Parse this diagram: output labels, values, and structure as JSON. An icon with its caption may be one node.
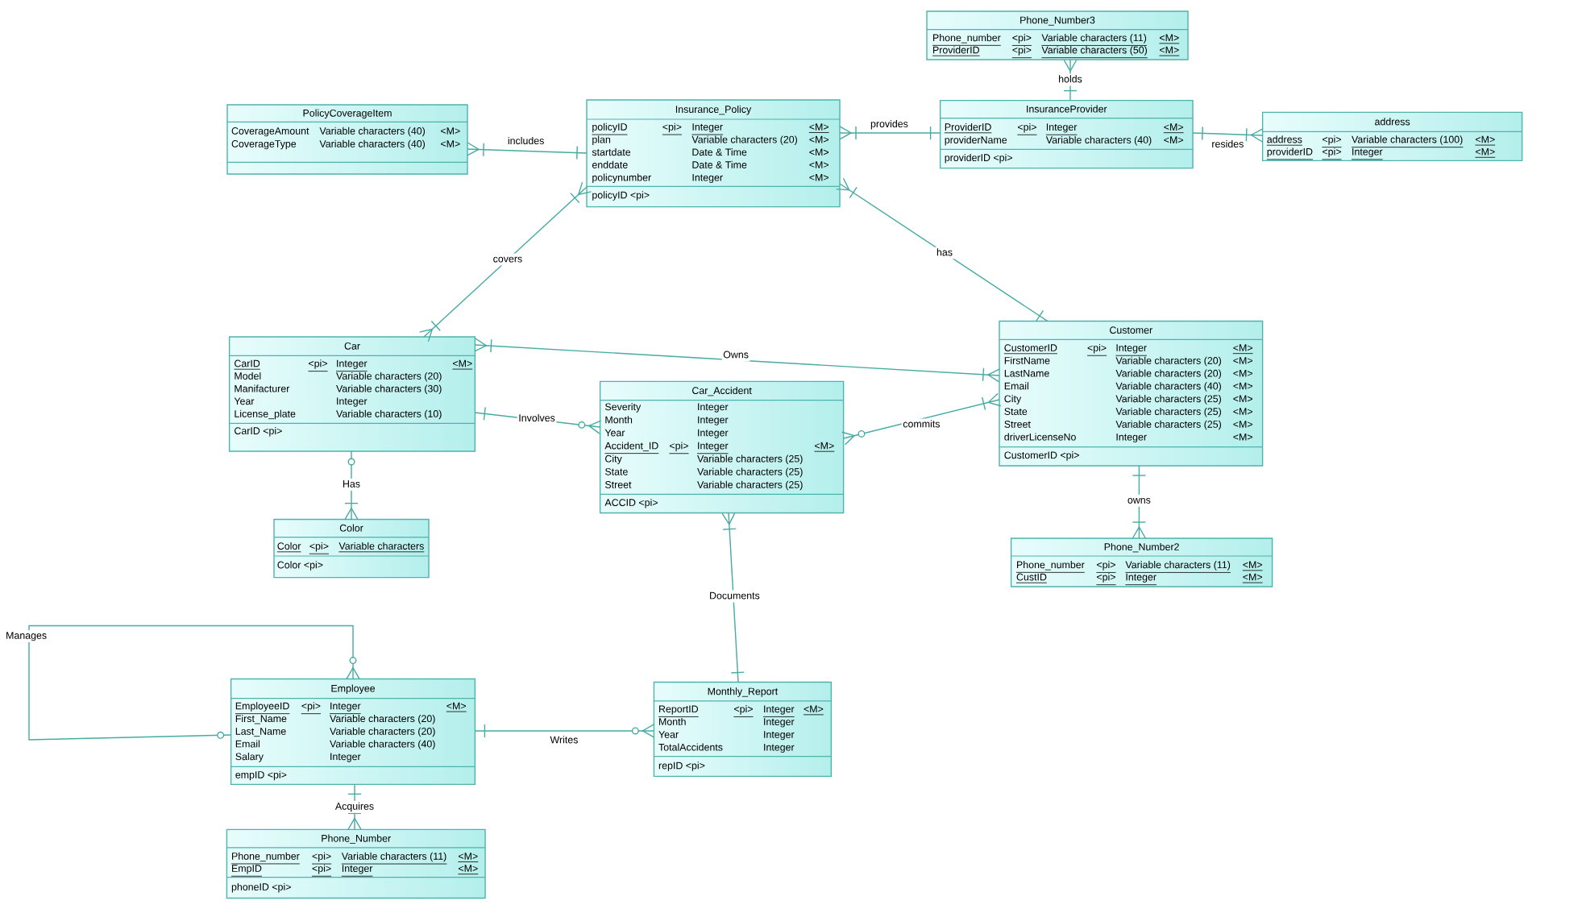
{
  "diagram": {
    "nodes": [
      {
        "text": [
          "PolicyCoverageItem",
          "CoverageAmount",
          "Variable characters (40)",
          "<M>",
          "CoverageType",
          "Variable characters (40)",
          "<M>"
        ]
      },
      {
        "text": [
          "Insurance_Policy",
          "policyID",
          "<pi>",
          "Integer",
          "<M>",
          "plan",
          "Variable characters (20)",
          "<M>",
          "startdate",
          "Date & Time",
          "<M>",
          "enddate",
          "Date & Time",
          "<M>",
          "policynumber",
          "Integer",
          "<M>",
          "policyID <pi>"
        ]
      },
      {
        "text": [
          "Phone_Number3",
          "Phone_number",
          "<pi>",
          "Variable characters (11)",
          "<M>",
          "ProviderID",
          "<pi>",
          "Variable characters (50)",
          "<M>"
        ]
      },
      {
        "text": [
          "InsuranceProvider",
          "ProviderID",
          "<pi>",
          "Integer",
          "<M>",
          "providerName",
          "Variable characters (40)",
          "<M>",
          "providerID <pi>"
        ]
      },
      {
        "text": [
          "address",
          "address",
          "<pi>",
          "Variable characters (100)",
          "<M>",
          "providerID",
          "<pi>",
          "Integer",
          "<M>"
        ]
      },
      {
        "text": [
          "Car",
          "CarID",
          "<pi>",
          "Integer",
          "<M>",
          "Model",
          "Variable characters (20)",
          "Manifacturer",
          "Variable characters (30)",
          "Year",
          "Integer",
          "License_plate",
          "Variable characters (10)",
          "CarID <pi>"
        ]
      },
      {
        "text": [
          "Car_Accident",
          "Severity",
          "Integer",
          "Month",
          "Integer",
          "Year",
          "Integer",
          "Accident_ID",
          "<pi>",
          "Integer",
          "<M>",
          "City",
          "Variable characters (25)",
          "State",
          "Variable characters (25)",
          "Street",
          "Variable characters (25)",
          "ACCID <pi>"
        ]
      },
      {
        "text": [
          "Customer",
          "CustomerID",
          "<pi>",
          "Integer",
          "<M>",
          "FirstName",
          "Variable characters (20)",
          "<M>",
          "LastName",
          "Variable characters (20)",
          "<M>",
          "Email",
          "Variable characters (40)",
          "<M>",
          "City",
          "Variable characters (25)",
          "<M>",
          "State",
          "Variable characters (25)",
          "<M>",
          "Street",
          "Variable characters (25)",
          "<M>",
          "driverLicenseNo",
          "Integer",
          "<M>",
          "CustomerID <pi>"
        ]
      },
      {
        "text": [
          "Color",
          "Color",
          "<pi>",
          "Variable characters",
          "Color <pi>"
        ]
      },
      {
        "text": [
          "Phone_Number2",
          "Phone_number",
          "<pi>",
          "Variable characters (11)",
          "<M>",
          "CustID",
          "<pi>",
          "Integer",
          "<M>"
        ]
      },
      {
        "text": [
          "Employee",
          "EmployeeID",
          "<pi>",
          "Integer",
          "<M>",
          "First_Name",
          "Variable characters (20)",
          "Last_Name",
          "Variable characters (20)",
          "Email",
          "Variable characters (40)",
          "Salary",
          "Integer",
          "empID <pi>"
        ]
      },
      {
        "text": [
          "Monthly_Report",
          "ReportID",
          "<pi>",
          "Integer",
          "<M>",
          "Month",
          "Integer",
          "Year",
          "Integer",
          "TotalAccidents",
          "Integer",
          "repID <pi>"
        ]
      },
      {
        "text": [
          "Phone_Number",
          "Phone_number",
          "<pi>",
          "Variable characters (11)",
          "<M>",
          "EmpID",
          "<pi>",
          "Integer",
          "<M>",
          "phoneID <pi>"
        ]
      }
    ],
    "edges": [
      {
        "from": 0,
        "to": 1,
        "arrow": "other",
        "label": "includes"
      },
      {
        "from": 1,
        "to": 3,
        "arrow": "other",
        "label": "provides"
      },
      {
        "from": 2,
        "to": 3,
        "arrow": "other",
        "label": "holds"
      },
      {
        "from": 3,
        "to": 4,
        "arrow": "other",
        "label": "resides"
      },
      {
        "from": 1,
        "to": 5,
        "arrow": "other",
        "label": "covers"
      },
      {
        "from": 1,
        "to": 7,
        "arrow": "other",
        "label": "has"
      },
      {
        "from": 5,
        "to": 7,
        "arrow": "other",
        "label": "Owns"
      },
      {
        "from": 5,
        "to": 6,
        "arrow": "other",
        "label": "Involves"
      },
      {
        "from": 6,
        "to": 7,
        "arrow": "other",
        "label": "commits"
      },
      {
        "from": 5,
        "to": 8,
        "arrow": "other",
        "label": "Has"
      },
      {
        "from": 7,
        "to": 9,
        "arrow": "other",
        "label": "owns"
      },
      {
        "from": 6,
        "to": 11,
        "arrow": "other",
        "label": "Documents"
      },
      {
        "from": 10,
        "to": 11,
        "arrow": "other",
        "label": "Writes"
      },
      {
        "from": 10,
        "to": 12,
        "arrow": "other",
        "label": "Acquires"
      },
      {
        "from": 10,
        "to": 10,
        "arrow": "other",
        "label": "Manages"
      }
    ]
  }
}
